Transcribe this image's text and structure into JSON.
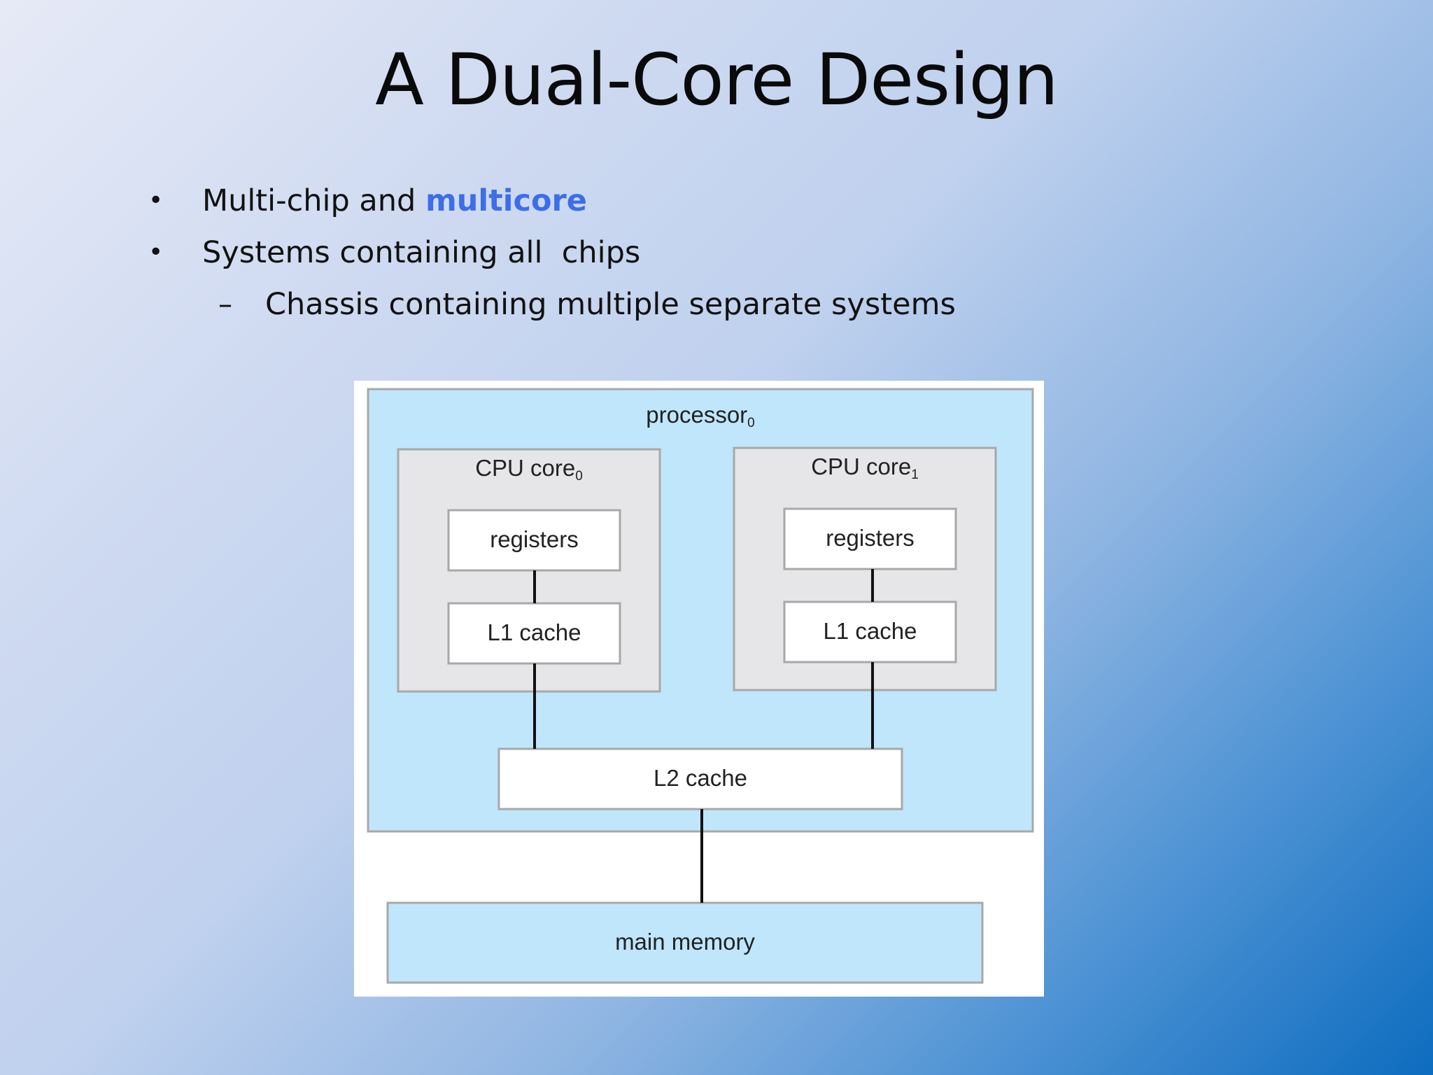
{
  "slide": {
    "title": "A Dual-Core Design",
    "bullets": [
      {
        "marker": "•",
        "text_before": "Multi-chip and ",
        "highlight": "multicore",
        "text_after": ""
      },
      {
        "marker": "•",
        "text": "Systems containing all  chips"
      },
      {
        "marker": "–",
        "text": "Chassis containing multiple separate systems"
      }
    ]
  },
  "diagram": {
    "processor_label": "processor",
    "processor_sub": "0",
    "cores": [
      {
        "label": "CPU core",
        "sub": "0",
        "registers": "registers",
        "l1": "L1 cache"
      },
      {
        "label": "CPU core",
        "sub": "1",
        "registers": "registers",
        "l1": "L1 cache"
      }
    ],
    "l2": "L2 cache",
    "memory": "main memory"
  },
  "colors": {
    "processor_fill": "#bfe6fb",
    "core_fill": "#e6e6e8",
    "box_fill": "#ffffff",
    "memory_fill": "#bfe6fb",
    "highlight": "#3d6ee8"
  }
}
